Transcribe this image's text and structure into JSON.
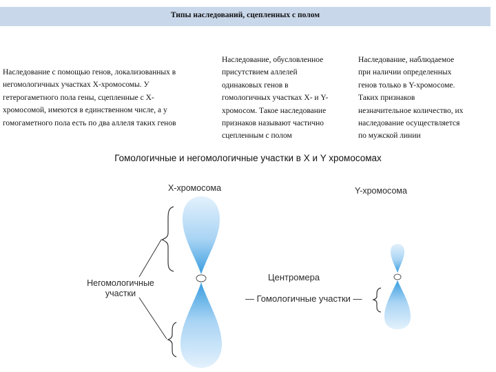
{
  "header": {
    "title": "Типы наследований, сцепленных с полом"
  },
  "columns": {
    "col1": [
      "Наследование с помощью генов, локализованных в",
      "негомологичных участках Х-хромосомы. У",
      "гетерогаметного пола гены, сцепленные с Х-",
      "хромосомой, имеются в единственном числе, а у",
      "гомогаметного пола есть по два аллеля таких генов"
    ],
    "col2": [
      "Наследование, обусловленное",
      "присутствием аллелей",
      "одинаковых генов в",
      "гомологичных участках Х- и Y-",
      "хромосом. Такое наследование",
      "признаков называют частично",
      "сцепленным с полом"
    ],
    "col3": [
      "Наследование, наблюдаемое",
      "при наличии определенных",
      "генов только в Y-хромосоме.",
      "Таких признаков",
      "незначительное количество, их",
      "наследование осуществляется",
      "по мужской линии"
    ]
  },
  "diagram": {
    "title": "Гомологичные и негомологичные участки в X и Y хромосомах",
    "x_label": "Х-хромосома",
    "y_label": "Y-хромосома",
    "centromere_label": "Центромера",
    "homologous_label": "— Гомологичные участки —",
    "nonhomologous_label": "Негомологичные участки"
  },
  "colors": {
    "header_bg": "#c9d7ea",
    "chromosome_light": "#d9ecfb",
    "chromosome_dark": "#3aa0e0"
  }
}
